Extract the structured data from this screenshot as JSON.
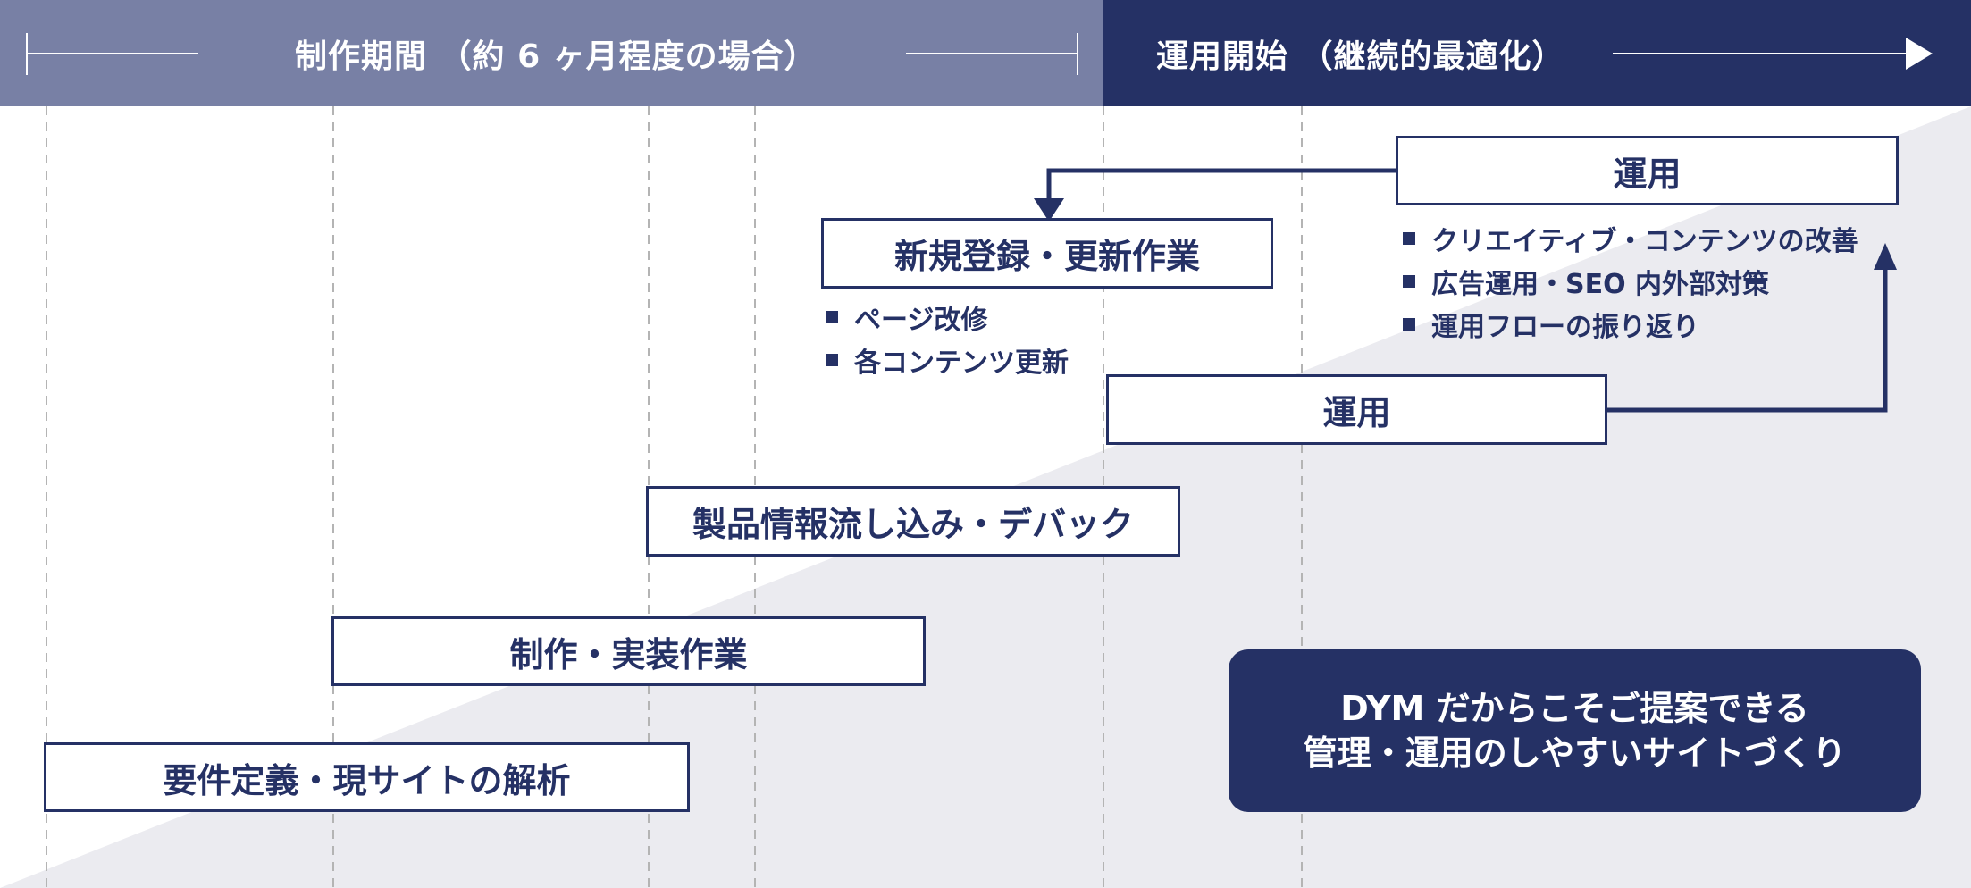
{
  "header": {
    "production_label": "制作期間 （約 6 ヶ月程度の場合）",
    "operation_label": "運用開始 （継続的最適化）"
  },
  "tasks": {
    "requirements": "要件定義・現サイトの解析",
    "implementation": "制作・実装作業",
    "data_loading": "製品情報流し込み・デバック",
    "registration": "新規登録・更新作業",
    "operation_lower": "運用",
    "operation_upper": "運用"
  },
  "registration_bullets": [
    "ページ改修",
    "各コンテンツ更新"
  ],
  "operation_bullets": [
    "クリエイティブ・コンテンツの改善",
    "広告運用・SEO 内外部対策",
    "運用フローの振り返り"
  ],
  "callout": {
    "line1": "DYM だからこそご提案できる",
    "line2": "管理・運用のしやすいサイトづくり"
  },
  "colors": {
    "navy": "#253165",
    "slate": "#7880a5",
    "band": "#ebebf0",
    "gridline": "#b4b4b4"
  }
}
